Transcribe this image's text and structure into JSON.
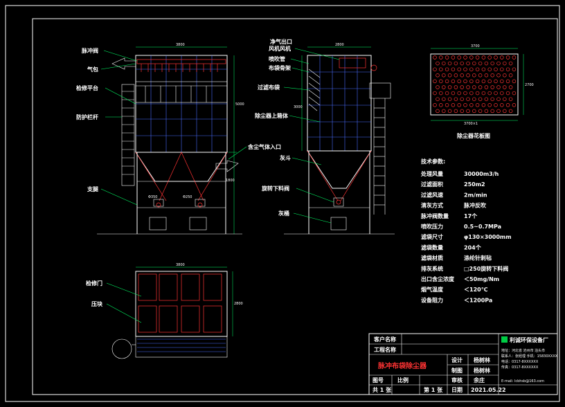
{
  "labels_left": {
    "pulse_valve": "脉冲阀",
    "air_bag": "气包",
    "maintenance_platform": "检修平台",
    "railing": "防护栏杆",
    "support": "支腿",
    "inlet": "含尘气体入口"
  },
  "labels_side": {
    "outlet_line1": "净气出口",
    "outlet_line2": "风机风机",
    "blow_pipe": "喷吹管",
    "bag_cage": "布袋骨架",
    "filter_bag": "过滤布袋",
    "tube_sheet": "除尘器上箱体",
    "hopper": "灰斗",
    "rotary_valve": "旋转下料阀",
    "ash_bin": "灰桶"
  },
  "labels_plan": {
    "access_door": "检修门",
    "hatch": "压块"
  },
  "plate_title": "除尘器花板图",
  "specs_title": "技术参数:",
  "specs": [
    {
      "k": "处理风量",
      "v": "30000m3/h"
    },
    {
      "k": "过滤面积",
      "v": "250m2"
    },
    {
      "k": "过滤风速",
      "v": "2m/min"
    },
    {
      "k": "清灰方式",
      "v": "脉冲反吹"
    },
    {
      "k": "脉冲阀数量",
      "v": "17个"
    },
    {
      "k": "喷吹压力",
      "v": "0.5~0.7MPa"
    },
    {
      "k": "滤袋尺寸",
      "v": "φ130×3000mm"
    },
    {
      "k": "滤袋数量",
      "v": "204个"
    },
    {
      "k": "滤袋材质",
      "v": "涤纶针刺毡"
    },
    {
      "k": "排灰系统",
      "v": "□250旋转下料阀"
    },
    {
      "k": "出口含尘浓度",
      "v": "＜50mg/Nm"
    },
    {
      "k": "烟气温度",
      "v": "＜120℃"
    },
    {
      "k": "设备阻力",
      "v": "＜1200Pa"
    }
  ],
  "dims": {
    "top_width_front": "3800",
    "top_width_side": "2800",
    "plan_width": "3800",
    "plate_width": "3700",
    "plate_bottom": "3700×1",
    "plate_side": "2700",
    "height_total": "5000",
    "height_mid": "3000",
    "hopper_h": "1800",
    "plan_depth": "2800",
    "pipe_a": "Φ350",
    "pipe_b": "Φ250"
  },
  "title_block": {
    "client_label": "客户名称",
    "project_label": "工程名称",
    "drawing_title": "脉冲布袋除尘器",
    "design_label": "设计",
    "design_value": "杨树林",
    "draw_label": "制图",
    "draw_value": "杨树林",
    "check_label": "审核",
    "check_value": "余庄",
    "drawing_no_label": "图号",
    "scale_label": "比例",
    "total_label": "共 1 张",
    "sheet_label": "第 1 张",
    "date_label": "日期",
    "date_value": "2021.05.22",
    "company": "利诚环保设备厂",
    "company_line1": "地址：河北省 沧州市 泊头市",
    "company_line2": "联系人：张经理  手机：15830XXXX",
    "company_line3": "电话：0317-8XXXXXX",
    "company_line4": "传真：0317-8XXXXXX",
    "email": "E-mail: lcbhsb@163.com"
  },
  "colors": {
    "background": "#000000",
    "frame": "#ffffff",
    "dimension": "#00ff66",
    "grid": "#4a6cff",
    "structure": "#ff3333",
    "title_red": "#ff3333"
  }
}
